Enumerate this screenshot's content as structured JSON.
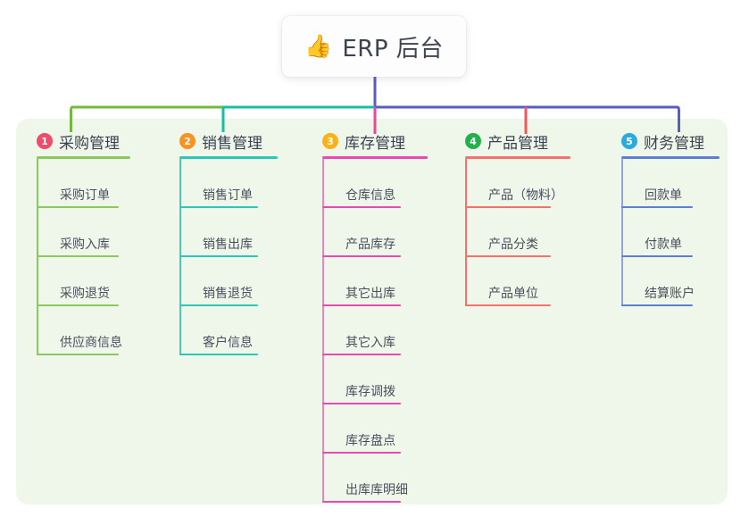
{
  "diagram": {
    "type": "mind-map",
    "background": "#ffffff",
    "panel_color": "#eff7ea"
  },
  "root": {
    "emoji": "👍",
    "emoji_name": "thumbs-up-icon",
    "title": "ERP 后台",
    "stem_color": "#5a5cc0"
  },
  "connector": {
    "bar_segments": [
      {
        "color": "#76b83f"
      },
      {
        "color": "#15bfa5"
      },
      {
        "color": "#5a5cc0"
      }
    ]
  },
  "columns": [
    {
      "number": "1",
      "title": "采购管理",
      "badge_color": "#f04a6c",
      "rule_color": "#8dc760",
      "spine_color": "#8dc760",
      "drop_color": "#76b83f",
      "items": [
        {
          "label": "采购订单"
        },
        {
          "label": "采购入库"
        },
        {
          "label": "采购退货"
        },
        {
          "label": "供应商信息"
        }
      ]
    },
    {
      "number": "2",
      "title": "销售管理",
      "badge_color": "#f7931e",
      "rule_color": "#2dc6b8",
      "spine_color": "#4cc9bd",
      "drop_color": "#15bfa5",
      "items": [
        {
          "label": "销售订单"
        },
        {
          "label": "销售出库"
        },
        {
          "label": "销售退货"
        },
        {
          "label": "客户信息"
        }
      ]
    },
    {
      "number": "3",
      "title": "库存管理",
      "badge_color": "#fbb217",
      "rule_color": "#e74ab0",
      "spine_color": "#e886c2",
      "drop_color": "#ec4899",
      "items": [
        {
          "label": "仓库信息"
        },
        {
          "label": "产品库存"
        },
        {
          "label": "其它出库"
        },
        {
          "label": "其它入库"
        },
        {
          "label": "库存调拨"
        },
        {
          "label": "库存盘点"
        },
        {
          "label": "出库库明细"
        }
      ]
    },
    {
      "number": "4",
      "title": "产品管理",
      "badge_color": "#22b14c",
      "rule_color": "#f4726b",
      "spine_color": "#f4726b",
      "drop_color": "#f4565c",
      "items": [
        {
          "label": "产品（物料）"
        },
        {
          "label": "产品分类"
        },
        {
          "label": "产品单位"
        }
      ]
    },
    {
      "number": "5",
      "title": "财务管理",
      "badge_color": "#29abe2",
      "rule_color": "#5b7fd4",
      "spine_color": "#8fa7dd",
      "drop_color": "#5a5cc0",
      "items": [
        {
          "label": "回款单"
        },
        {
          "label": "付款单"
        },
        {
          "label": "结算账户"
        }
      ]
    }
  ]
}
